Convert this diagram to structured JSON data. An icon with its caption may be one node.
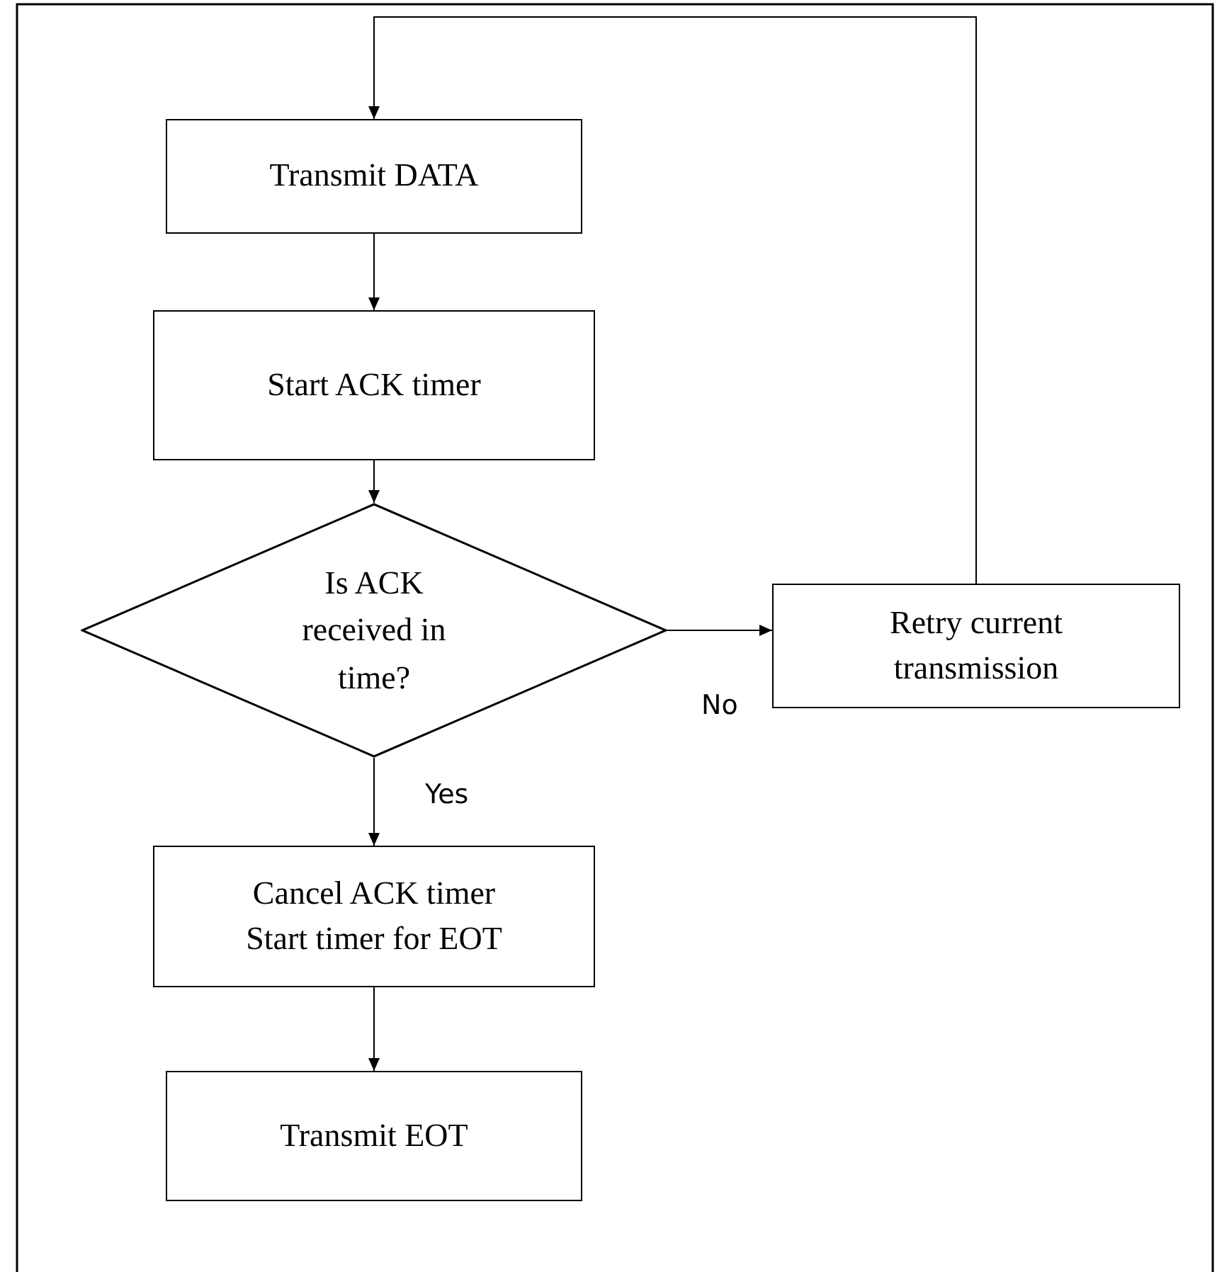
{
  "diagram": {
    "nodes": [
      {
        "text": [
          "Transmit DATA"
        ]
      },
      {
        "text": [
          "Start ACK timer"
        ]
      },
      {
        "text": [
          "Is ACK received in time?"
        ]
      },
      {
        "text": [
          "Retry current transmission"
        ]
      },
      {
        "text": [
          "Cancel ACK timer",
          "Start timer for EOT"
        ]
      },
      {
        "text": [
          "Transmit EOT"
        ]
      }
    ],
    "edges": [
      {
        "from": 0,
        "to": 1,
        "arrow": "to"
      },
      {
        "from": 1,
        "to": 2,
        "arrow": "to"
      },
      {
        "from": 2,
        "to": 3,
        "arrow": "to",
        "label": "No"
      },
      {
        "from": 2,
        "to": 4,
        "arrow": "to",
        "label": "Yes"
      },
      {
        "from": 4,
        "to": 5,
        "arrow": "to"
      },
      {
        "from": 3,
        "to": 0,
        "arrow": "to"
      }
    ]
  }
}
